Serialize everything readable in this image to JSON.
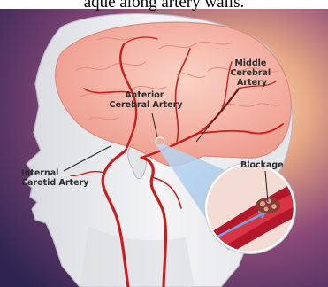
{
  "caption": "aque along artery walls.",
  "labels": {
    "anterior": [
      "Anterior",
      "Cerebral Artery"
    ],
    "middle": [
      "Middle",
      "Cerebral",
      "Artery"
    ],
    "internal": [
      "Internal",
      "Carotid Artery"
    ],
    "blockage": "Blockage"
  },
  "colors": {
    "artery": "#c81e1e",
    "brain": "#f4b3a8",
    "background": "#3a2a5c"
  }
}
